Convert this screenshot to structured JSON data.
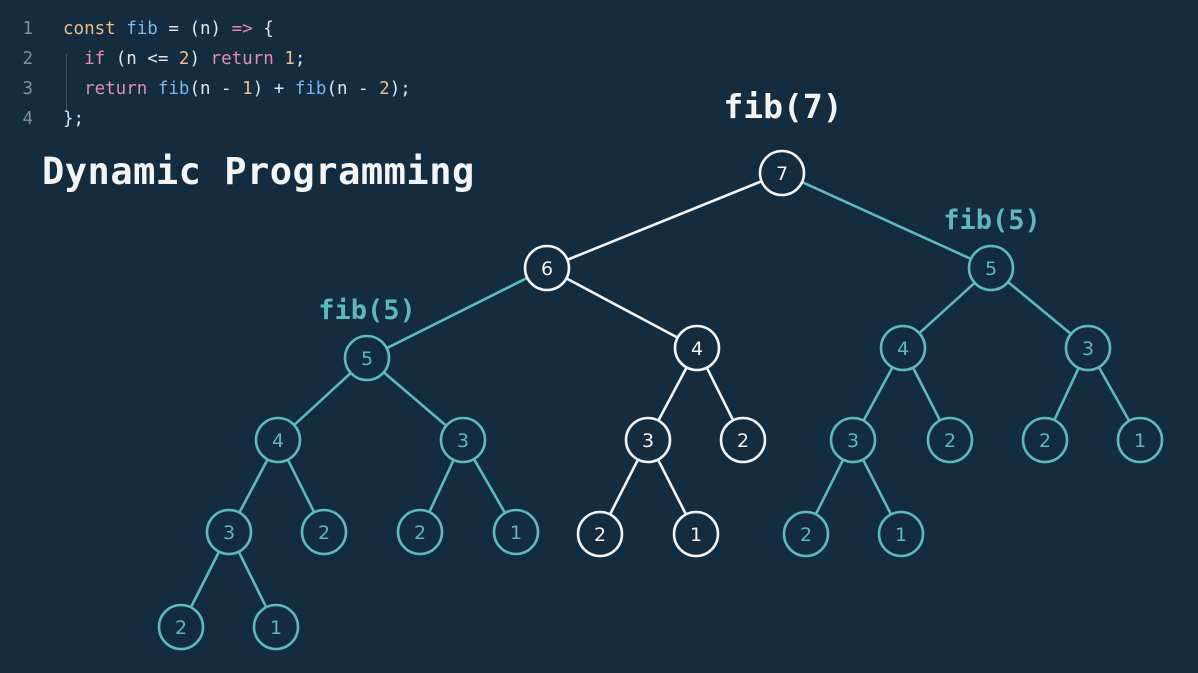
{
  "code": {
    "lines": [
      {
        "num": "1",
        "tokens": [
          {
            "t": "const",
            "c": "kw"
          },
          {
            "t": " ",
            "c": "pl"
          },
          {
            "t": "fib",
            "c": "fn"
          },
          {
            "t": " = (n) ",
            "c": "pl"
          },
          {
            "t": "=>",
            "c": "op"
          },
          {
            "t": " {",
            "c": "pl"
          }
        ]
      },
      {
        "num": "2",
        "tokens": [
          {
            "t": "  ",
            "c": "pl"
          },
          {
            "t": "if",
            "c": "op"
          },
          {
            "t": " (n <= ",
            "c": "pl"
          },
          {
            "t": "2",
            "c": "num"
          },
          {
            "t": ") ",
            "c": "pl"
          },
          {
            "t": "return",
            "c": "op"
          },
          {
            "t": " ",
            "c": "pl"
          },
          {
            "t": "1",
            "c": "num"
          },
          {
            "t": ";",
            "c": "pl"
          }
        ]
      },
      {
        "num": "3",
        "tokens": [
          {
            "t": "  ",
            "c": "pl"
          },
          {
            "t": "return",
            "c": "op"
          },
          {
            "t": " ",
            "c": "pl"
          },
          {
            "t": "fib",
            "c": "fn"
          },
          {
            "t": "(n - ",
            "c": "pl"
          },
          {
            "t": "1",
            "c": "num"
          },
          {
            "t": ") + ",
            "c": "pl"
          },
          {
            "t": "fib",
            "c": "fn"
          },
          {
            "t": "(n - ",
            "c": "pl"
          },
          {
            "t": "2",
            "c": "num"
          },
          {
            "t": ");",
            "c": "pl"
          }
        ]
      },
      {
        "num": "4",
        "tokens": [
          {
            "t": "};",
            "c": "pl"
          }
        ]
      }
    ]
  },
  "title": "Dynamic Programming",
  "colors": {
    "background": "#142c3f",
    "white": "#f4f4f4",
    "teal": "#5fb8bd",
    "node_fill": "#142c3f"
  },
  "tree": {
    "labels": [
      {
        "id": "label-fib7",
        "text": "fib(7)",
        "color": "white",
        "anchor": "n7"
      },
      {
        "id": "label-fib5-right",
        "text": "fib(5)",
        "color": "teal",
        "anchor": "n5r"
      },
      {
        "id": "label-fib5-left",
        "text": "fib(5)",
        "color": "teal",
        "anchor": "n5l"
      }
    ],
    "nodes": [
      {
        "id": "n7",
        "value": "7",
        "color": "white"
      },
      {
        "id": "n6",
        "value": "6",
        "color": "white",
        "parent": "n7"
      },
      {
        "id": "n5r",
        "value": "5",
        "color": "teal",
        "parent": "n7"
      },
      {
        "id": "n5l",
        "value": "5",
        "color": "teal",
        "parent": "n6"
      },
      {
        "id": "n4m",
        "value": "4",
        "color": "white",
        "parent": "n6"
      },
      {
        "id": "n4l",
        "value": "4",
        "color": "teal",
        "parent": "n5l"
      },
      {
        "id": "n3l",
        "value": "3",
        "color": "teal",
        "parent": "n5l"
      },
      {
        "id": "n3ll",
        "value": "3",
        "color": "teal",
        "parent": "n4l"
      },
      {
        "id": "n2l1",
        "value": "2",
        "color": "teal",
        "parent": "n4l"
      },
      {
        "id": "n2l2",
        "value": "2",
        "color": "teal",
        "parent": "n3l"
      },
      {
        "id": "n1l1",
        "value": "1",
        "color": "teal",
        "parent": "n3l"
      },
      {
        "id": "n2l3",
        "value": "2",
        "color": "teal",
        "parent": "n3ll"
      },
      {
        "id": "n1l2",
        "value": "1",
        "color": "teal",
        "parent": "n3ll"
      },
      {
        "id": "n3m",
        "value": "3",
        "color": "white",
        "parent": "n4m"
      },
      {
        "id": "n2m1",
        "value": "2",
        "color": "white",
        "parent": "n4m"
      },
      {
        "id": "n2m2",
        "value": "2",
        "color": "white",
        "parent": "n3m"
      },
      {
        "id": "n1m",
        "value": "1",
        "color": "white",
        "parent": "n3m"
      },
      {
        "id": "n4r",
        "value": "4",
        "color": "teal",
        "parent": "n5r"
      },
      {
        "id": "n3r",
        "value": "3",
        "color": "teal",
        "parent": "n5r"
      },
      {
        "id": "n3rr",
        "value": "3",
        "color": "teal",
        "parent": "n4r"
      },
      {
        "id": "n2r1",
        "value": "2",
        "color": "teal",
        "parent": "n4r"
      },
      {
        "id": "n2r2",
        "value": "2",
        "color": "teal",
        "parent": "n3r"
      },
      {
        "id": "n1r1",
        "value": "1",
        "color": "teal",
        "parent": "n3r"
      },
      {
        "id": "n2r3",
        "value": "2",
        "color": "teal",
        "parent": "n3rr"
      },
      {
        "id": "n1r2",
        "value": "1",
        "color": "teal",
        "parent": "n3rr"
      }
    ]
  }
}
